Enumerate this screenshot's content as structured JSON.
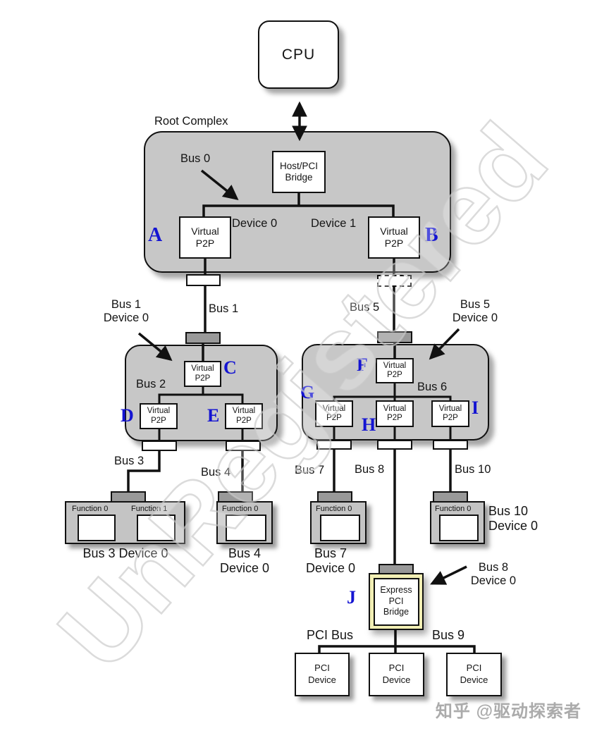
{
  "labels": {
    "cpu": "CPU",
    "root_complex": "Root Complex",
    "host_pci_bridge": "Host/PCI\nBridge",
    "bus0": "Bus 0",
    "device0": "Device 0",
    "device1": "Device 1",
    "virtual_p2p": "Virtual\nP2P",
    "bus1": "Bus 1",
    "bus5": "Bus 5",
    "bus1_device0": "Bus 1\nDevice 0",
    "bus5_device0": "Bus 5\nDevice 0",
    "bus2": "Bus 2",
    "bus6": "Bus 6",
    "bus3": "Bus 3",
    "bus4": "Bus 4",
    "bus7": "Bus 7",
    "bus8": "Bus 8",
    "bus10": "Bus 10",
    "bus3_device0": "Bus 3 Device 0",
    "bus4_device0": "Bus 4\nDevice 0",
    "bus7_device0": "Bus 7\nDevice 0",
    "bus8_device0": "Bus 8\nDevice 0",
    "bus10_device0": "Bus 10\nDevice 0",
    "function0": "Function 0",
    "function1": "Function 1",
    "express_pci_bridge": "Express\nPCI\nBridge",
    "pci_bus": "PCI Bus",
    "bus9": "Bus 9",
    "pci_device": "PCI\nDevice"
  },
  "bridge_letters": {
    "a": "A",
    "b": "B",
    "c": "C",
    "d": "D",
    "e": "E",
    "f": "F",
    "g": "G",
    "h": "H",
    "i": "I",
    "j": "J"
  },
  "watermarks": {
    "diagonal": "UnRegistered",
    "credit": "知乎 @驱动探索者"
  },
  "colors": {
    "container_gray": "#c7c7c7",
    "port_gray": "#999999",
    "bridge_highlight_yellow": "#f2efb4",
    "letter_blue": "#1414d2",
    "line_black": "#111111"
  }
}
